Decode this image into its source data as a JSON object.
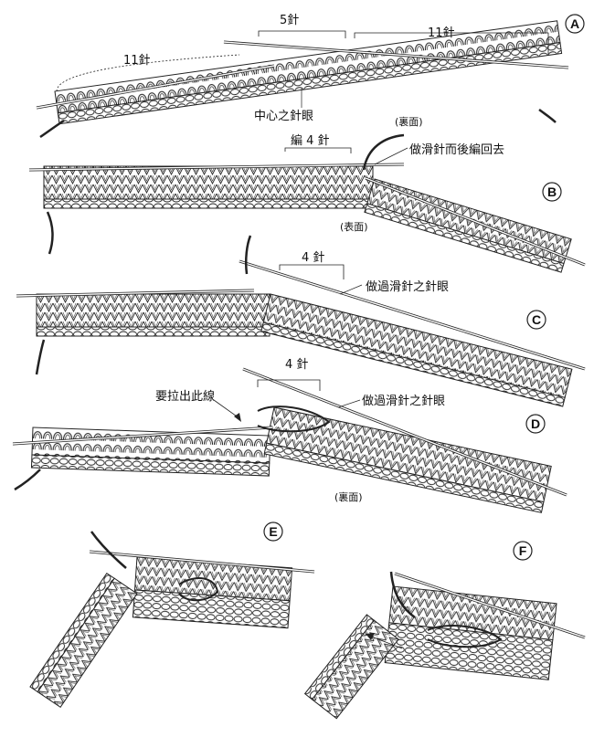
{
  "panels": [
    {
      "id": "A",
      "letter": "A",
      "labels": {
        "left_count": "11針",
        "middle_count": "5針",
        "right_count": "11針",
        "center": "中心之針眼",
        "side": "(裏面)"
      }
    },
    {
      "id": "B",
      "letter": "B",
      "labels": {
        "knit": "編 4 針",
        "note": "做滑針而後編回去",
        "side": "(表面)"
      }
    },
    {
      "id": "C",
      "letter": "C",
      "labels": {
        "count": "4 針",
        "note": "做過滑針之針眼"
      }
    },
    {
      "id": "D",
      "letter": "D",
      "labels": {
        "count": "4 針",
        "pull": "要拉出此線",
        "note": "做過滑針之針眼",
        "side": "(裏面)"
      }
    },
    {
      "id": "E",
      "letter": "E",
      "labels": {}
    },
    {
      "id": "F",
      "letter": "F",
      "labels": {}
    }
  ]
}
